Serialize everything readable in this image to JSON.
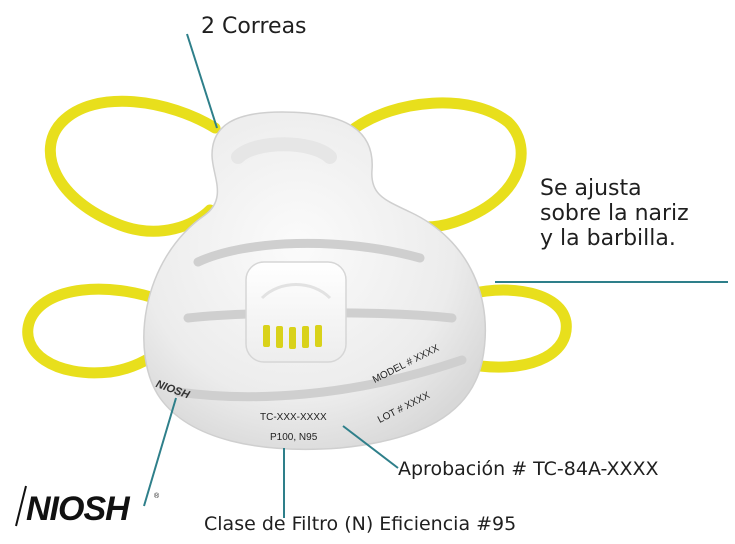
{
  "labels": {
    "straps": "2 Correas",
    "fit": [
      "Se ajusta",
      "sobre la nariz",
      "y la barbilla."
    ],
    "approval": "Aprobación # TC-84A-XXXX",
    "filter_class": "Clase de Filtro (N) Eficiencia #95"
  },
  "mask_print": {
    "model": "MODEL # XXXX",
    "lot": "LOT # XXXX",
    "tc": "TC-XXX-XXXX",
    "filter": "P100, N95"
  },
  "logo": {
    "text": "NIOSH"
  },
  "colors": {
    "strap": "#e8df1c",
    "mask": "#f2f2f2",
    "leader_line": "#2e7f8a",
    "valve_slots": "#d9d21a",
    "text": "#1f1f1f"
  }
}
